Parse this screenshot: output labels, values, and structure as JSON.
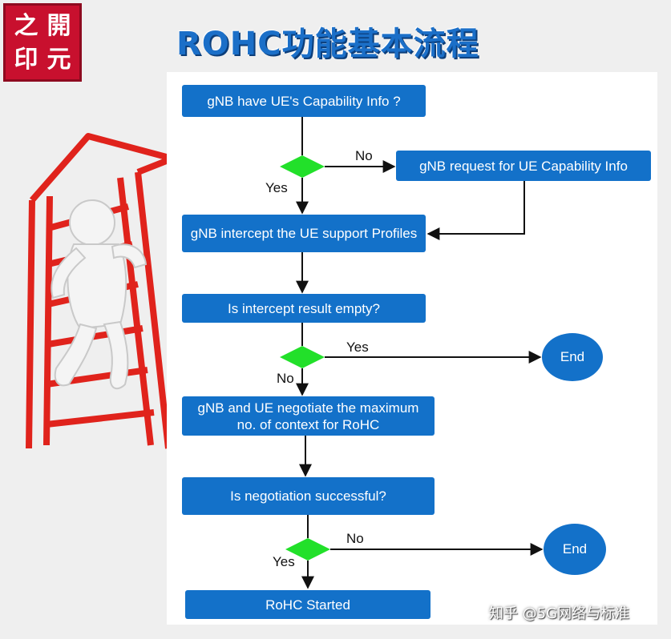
{
  "title": "ROHC功能基本流程",
  "seal_text": "之開印元",
  "nodes": {
    "n1": "gNB have UE's Capability Info ?",
    "n2": "gNB request for UE Capability Info",
    "n3": "gNB intercept the UE support Profiles",
    "n4": "Is intercept result empty?",
    "end1": "End",
    "n5": "gNB and UE negotiate the maximum no. of context for RoHC",
    "n6": "Is negotiation successful?",
    "end2": "End",
    "n7": "RoHC Started"
  },
  "edge_labels": {
    "d1_no": "No",
    "d1_yes": "Yes",
    "d2_yes": "Yes",
    "d2_no": "No",
    "d3_no": "No",
    "d3_yes": "Yes"
  },
  "watermark": "知乎 @5G网络与标准",
  "colors": {
    "box": "#1371c9",
    "decision": "#22e02a",
    "title": "#1b6fc8",
    "ladder": "#e0231c"
  },
  "icons": [
    "climbing-figure-illustration",
    "red-ladder-arrow"
  ]
}
